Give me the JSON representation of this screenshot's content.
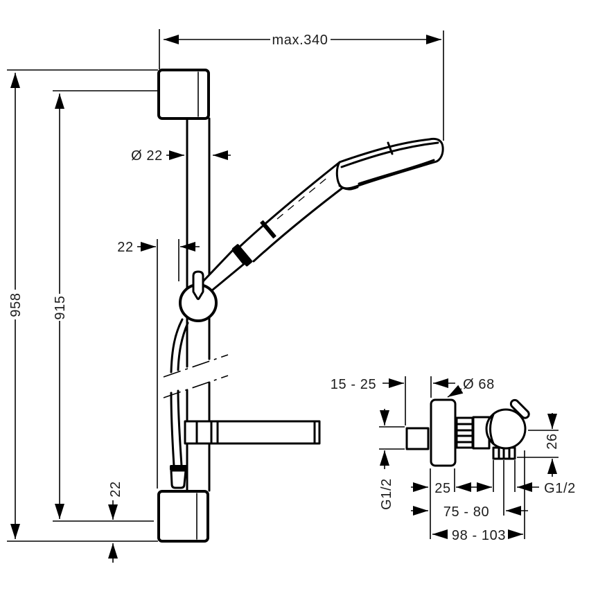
{
  "page": {
    "background": "#ffffff",
    "line_color": "#000000",
    "text_color": "#1c1c1c",
    "drawing_type": "shower set installation dimensions"
  },
  "shower_set": {
    "dim_max_width": "max.340",
    "dim_total_height": "958",
    "dim_bar_height": "915",
    "dim_bar_diameter": "Ø 22",
    "dim_slider_wall_offset": "22",
    "dim_bottom_offset": "22"
  },
  "valve": {
    "dim_wall_distance": "15 - 25",
    "dim_escutcheon_diameter": "Ø 68",
    "dim_inlet_thread": "G1/2",
    "dim_escutcheon_depth": "25",
    "dim_outlet_thread": "G1/2",
    "dim_outlet_drop": "26",
    "dim_center_distance": "75 - 80",
    "dim_total_projection": "98 - 103"
  }
}
